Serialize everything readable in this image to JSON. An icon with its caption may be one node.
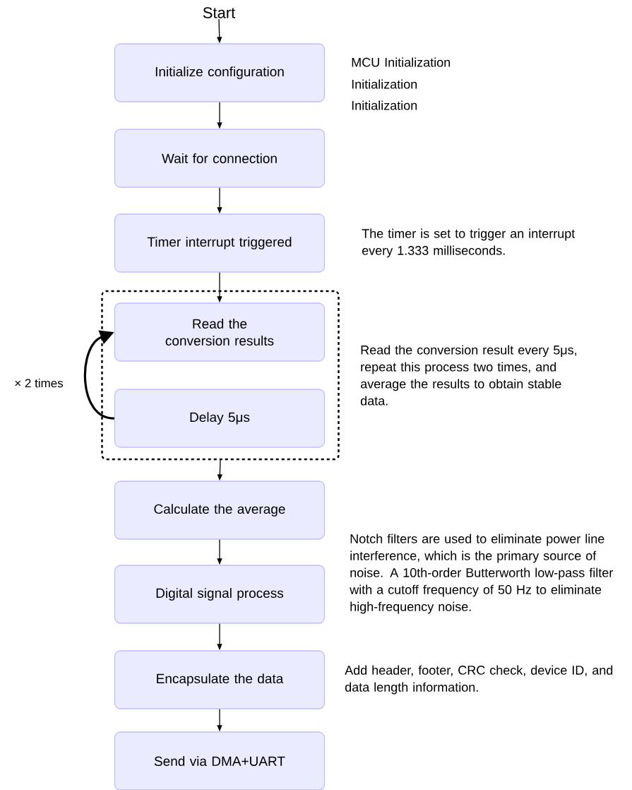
{
  "diagram": {
    "nodes": [
      {
        "text": [
          "Start"
        ]
      },
      {
        "text": [
          "Initialize configuration"
        ],
        "beside": [
          "MCU Initialization",
          "Initialization",
          "Initialization"
        ]
      },
      {
        "text": [
          "Wait for connection"
        ]
      },
      {
        "text": [
          "Timer interrupt triggered"
        ],
        "beside": [
          "The timer is set to trigger an interrupt every 1.333 milliseconds."
        ]
      },
      {
        "text": [],
        "shape": "box",
        "beside": [
          "Read the conversion result every 5μs, repeat this process two times, and average the results to obtain stable data."
        ]
      },
      {
        "text": [
          "Read the conversion results"
        ],
        "in": 4
      },
      {
        "text": [
          "Delay 5μs"
        ],
        "in": 4
      },
      {
        "text": [
          "Calculate the average"
        ]
      },
      {
        "text": [
          "Digital signal process"
        ],
        "beside": [
          "Notch filters are used to eliminate power line interference, which is the primary source of noise. A 10th-order Butterworth low-pass filter with a cutoff frequency of 50 Hz to eliminate high-frequency noise."
        ]
      },
      {
        "text": [
          "Encapsulate the data"
        ],
        "beside": [
          "Add header, footer, CRC check, device ID, and data length information."
        ]
      },
      {
        "text": [
          "Send via DMA+UART"
        ]
      }
    ],
    "edges": [
      {
        "from": 0,
        "to": 1,
        "arrow": "to"
      },
      {
        "from": 1,
        "to": 2,
        "arrow": "to"
      },
      {
        "from": 2,
        "to": 3,
        "arrow": "to"
      },
      {
        "from": 3,
        "to": 5,
        "arrow": "to"
      },
      {
        "from": 6,
        "to": 5,
        "arrow": "to",
        "label": "× 2 times",
        "style": "thick"
      },
      {
        "from": 4,
        "to": 7,
        "arrow": "to"
      },
      {
        "from": 7,
        "to": 8,
        "arrow": "to"
      },
      {
        "from": 8,
        "to": 9,
        "arrow": "to"
      },
      {
        "from": 9,
        "to": 10,
        "arrow": "to"
      }
    ]
  }
}
